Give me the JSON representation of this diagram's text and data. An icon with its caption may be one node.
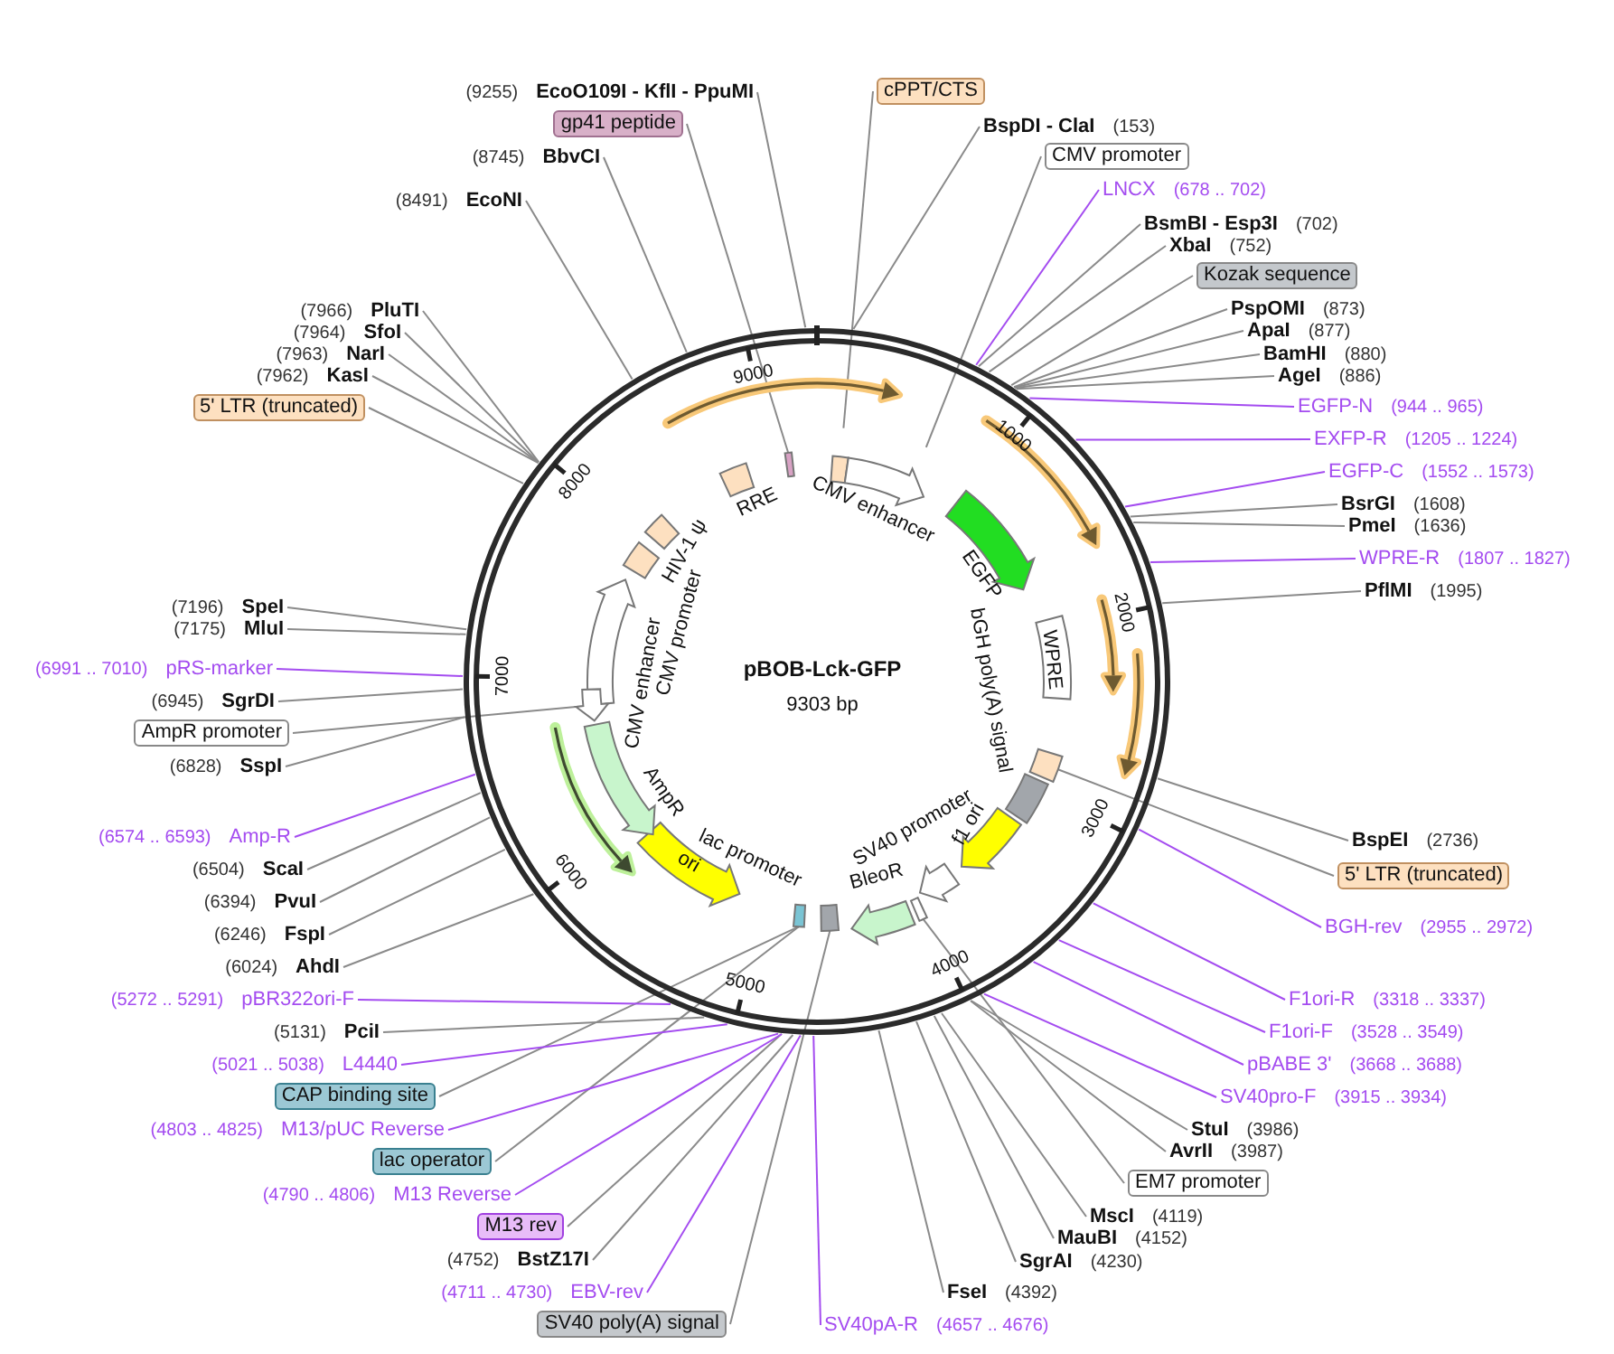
{
  "diagram": {
    "title": "pBOB-Lck-GFP",
    "nodes": [
      {
        "text": [
          "(9255)",
          "EcoO109I - KflI - PpuMI"
        ]
      },
      {
        "text": [
          "gp41 peptide"
        ]
      },
      {
        "text": [
          "(8745)",
          "BbvCI"
        ]
      },
      {
        "text": [
          "(8491)",
          "EcoNI"
        ]
      },
      {
        "text": [
          "(7966)",
          "PluTI"
        ]
      },
      {
        "text": [
          "(7964)",
          "SfoI"
        ]
      },
      {
        "text": [
          "(7963)",
          "NarI"
        ]
      },
      {
        "text": [
          "(7962)",
          "KasI"
        ]
      },
      {
        "text": [
          "5' LTR (truncated)"
        ]
      },
      {
        "text": [
          "cPPT/CTS"
        ]
      },
      {
        "text": [
          "BspDI - ClaI",
          "(153)"
        ]
      },
      {
        "text": [
          "CMV promoter"
        ]
      },
      {
        "text": [
          "LNCX",
          "(678 .. 702)"
        ]
      },
      {
        "text": [
          "BsmBI - Esp3I",
          "(702)"
        ]
      },
      {
        "text": [
          "XbaI",
          "(752)"
        ]
      },
      {
        "text": [
          "Kozak sequence"
        ]
      },
      {
        "text": [
          "PspOMI",
          "(873)"
        ]
      },
      {
        "text": [
          "ApaI",
          "(877)"
        ]
      },
      {
        "text": [
          "BamHI",
          "(880)"
        ]
      },
      {
        "text": [
          "AgeI",
          "(886)"
        ]
      },
      {
        "text": [
          "EGFP-N",
          "(944 .. 965)"
        ]
      },
      {
        "text": [
          "EXFP-R",
          "(1205 .. 1224)"
        ]
      },
      {
        "text": [
          "EGFP-C",
          "(1552 .. 1573)"
        ]
      },
      {
        "text": [
          "BsrGI",
          "(1608)"
        ]
      },
      {
        "text": [
          "PmeI",
          "(1636)"
        ]
      },
      {
        "text": [
          "WPRE-R",
          "(1807 .. 1827)"
        ]
      },
      {
        "text": [
          "PflMI",
          "(1995)"
        ]
      },
      {
        "text": [
          "BspEI",
          "(2736)"
        ]
      },
      {
        "text": [
          "5' LTR (truncated)"
        ]
      },
      {
        "text": [
          "BGH-rev",
          "(2955 .. 2972)"
        ]
      },
      {
        "text": [
          "F1ori-R",
          "(3318 .. 3337)"
        ]
      },
      {
        "text": [
          "F1ori-F",
          "(3528 .. 3549)"
        ]
      },
      {
        "text": [
          "pBABE 3'",
          "(3668 .. 3688)"
        ]
      },
      {
        "text": [
          "SV40pro-F",
          "(3915 .. 3934)"
        ]
      },
      {
        "text": [
          "StuI",
          "(3986)"
        ]
      },
      {
        "text": [
          "AvrII",
          "(3987)"
        ]
      },
      {
        "text": [
          "EM7 promoter"
        ]
      },
      {
        "text": [
          "MscI",
          "(4119)"
        ]
      },
      {
        "text": [
          "MauBI",
          "(4152)"
        ]
      },
      {
        "text": [
          "SgrAI",
          "(4230)"
        ]
      },
      {
        "text": [
          "FseI",
          "(4392)"
        ]
      },
      {
        "text": [
          "SV40pA-R",
          "(4657 .. 4676)"
        ]
      },
      {
        "text": [
          "SV40 poly(A) signal"
        ]
      },
      {
        "text": [
          "(4711 .. 4730)",
          "EBV-rev"
        ]
      },
      {
        "text": [
          "(4752)",
          "BstZ17I"
        ]
      },
      {
        "text": [
          "M13 rev"
        ]
      },
      {
        "text": [
          "(4790 .. 4806)",
          "M13 Reverse"
        ]
      },
      {
        "text": [
          "lac operator"
        ]
      },
      {
        "text": [
          "(4803 .. 4825)",
          "M13/pUC Reverse"
        ]
      },
      {
        "text": [
          "CAP binding site"
        ]
      },
      {
        "text": [
          "(5021 .. 5038)",
          "L4440"
        ]
      },
      {
        "text": [
          "(5131)",
          "PciI"
        ]
      },
      {
        "text": [
          "(5272 .. 5291)",
          "pBR322ori-F"
        ]
      },
      {
        "text": [
          "(6024)",
          "AhdI"
        ]
      },
      {
        "text": [
          "(6246)",
          "FspI"
        ]
      },
      {
        "text": [
          "(6394)",
          "PvuI"
        ]
      },
      {
        "text": [
          "(6504)",
          "ScaI"
        ]
      },
      {
        "text": [
          "(6574 .. 6593)",
          "Amp-R"
        ]
      },
      {
        "text": [
          "(6828)",
          "SspI"
        ]
      },
      {
        "text": [
          "AmpR promoter"
        ]
      },
      {
        "text": [
          "(6945)",
          "SgrDI"
        ]
      },
      {
        "text": [
          "(6991 .. 7010)",
          "pRS-marker"
        ]
      },
      {
        "text": [
          "(7175)",
          "MluI"
        ]
      },
      {
        "text": [
          "(7196)",
          "SpeI"
        ]
      },
      {
        "text": [
          "WPRE"
        ]
      },
      {
        "text": [
          "ori"
        ]
      },
      {
        "text": [],
        "shape": "box"
      },
      {
        "text": [],
        "shape": "box"
      },
      {
        "text": [],
        "shape": "arrow",
        "beside": [
          "CMV enhancer"
        ]
      },
      {
        "text": [],
        "shape": "box",
        "beside": [
          "RRE"
        ]
      },
      {
        "text": [],
        "shape": "box"
      },
      {
        "text": [],
        "shape": "box",
        "beside": [
          "HIV-1 ψ"
        ]
      },
      {
        "text": [],
        "shape": "arrow",
        "beside": [
          "CMV promoter",
          "CMV enhancer"
        ]
      },
      {
        "text": [],
        "shape": "arrow"
      },
      {
        "text": [],
        "shape": "arrow",
        "beside": [
          "AmpR"
        ]
      },
      {
        "text": [],
        "shape": "arrow",
        "beside": [
          "EGFP"
        ]
      },
      {
        "text": [],
        "shape": "box"
      },
      {
        "text": [],
        "shape": "box"
      },
      {
        "text": [],
        "shape": "arrow",
        "beside": [
          "f1 ori"
        ]
      },
      {
        "text": [],
        "shape": "arrow",
        "beside": [
          "SV40 promoter"
        ]
      },
      {
        "text": [],
        "shape": "box"
      },
      {
        "text": [],
        "shape": "arrow",
        "beside": [
          "BleoR"
        ]
      },
      {
        "text": [],
        "shape": "box"
      },
      {
        "text": [],
        "shape": "box"
      }
    ],
    "edges": [
      {
        "from": 0,
        "to": null,
        "arrow": "none"
      },
      {
        "from": 1,
        "to": 66,
        "arrow": "none"
      },
      {
        "from": 2,
        "to": null,
        "arrow": "none"
      },
      {
        "from": 3,
        "to": null,
        "arrow": "none"
      },
      {
        "from": 4,
        "to": null,
        "arrow": "none"
      },
      {
        "from": 5,
        "to": null,
        "arrow": "none"
      },
      {
        "from": 6,
        "to": null,
        "arrow": "none"
      },
      {
        "from": 7,
        "to": null,
        "arrow": "none"
      },
      {
        "from": 8,
        "to": null,
        "arrow": "none"
      },
      {
        "from": 9,
        "to": null,
        "arrow": "none"
      },
      {
        "from": 10,
        "to": null,
        "arrow": "none"
      },
      {
        "from": 11,
        "to": null,
        "arrow": "none"
      },
      {
        "from": 12,
        "to": null,
        "arrow": "none",
        "color": "#a44cf0"
      },
      {
        "from": 13,
        "to": null,
        "arrow": "none"
      },
      {
        "from": 14,
        "to": null,
        "arrow": "none"
      },
      {
        "from": 15,
        "to": null,
        "arrow": "none"
      },
      {
        "from": 16,
        "to": null,
        "arrow": "none"
      },
      {
        "from": 17,
        "to": null,
        "arrow": "none"
      },
      {
        "from": 18,
        "to": null,
        "arrow": "none"
      },
      {
        "from": 19,
        "to": null,
        "arrow": "none"
      },
      {
        "from": 20,
        "to": null,
        "arrow": "none",
        "color": "#a44cf0"
      },
      {
        "from": 21,
        "to": null,
        "arrow": "none",
        "color": "#a44cf0"
      },
      {
        "from": 22,
        "to": null,
        "arrow": "none",
        "color": "#a44cf0"
      },
      {
        "from": 23,
        "to": null,
        "arrow": "none"
      },
      {
        "from": 24,
        "to": null,
        "arrow": "none"
      },
      {
        "from": 25,
        "to": null,
        "arrow": "none",
        "color": "#a44cf0"
      },
      {
        "from": 26,
        "to": null,
        "arrow": "none"
      },
      {
        "from": 27,
        "to": null,
        "arrow": "none"
      },
      {
        "from": 28,
        "to": 76,
        "arrow": "none"
      },
      {
        "from": 29,
        "to": null,
        "arrow": "none",
        "color": "#a44cf0"
      },
      {
        "from": 30,
        "to": null,
        "arrow": "none",
        "color": "#a44cf0"
      },
      {
        "from": 31,
        "to": null,
        "arrow": "none",
        "color": "#a44cf0"
      },
      {
        "from": 32,
        "to": null,
        "arrow": "none",
        "color": "#a44cf0"
      },
      {
        "from": 33,
        "to": null,
        "arrow": "none",
        "color": "#a44cf0"
      },
      {
        "from": 34,
        "to": null,
        "arrow": "none"
      },
      {
        "from": 35,
        "to": null,
        "arrow": "none"
      },
      {
        "from": 36,
        "to": 80,
        "arrow": "none"
      },
      {
        "from": 37,
        "to": null,
        "arrow": "none"
      },
      {
        "from": 38,
        "to": null,
        "arrow": "none"
      },
      {
        "from": 39,
        "to": null,
        "arrow": "none"
      },
      {
        "from": 40,
        "to": null,
        "arrow": "none"
      },
      {
        "from": 41,
        "to": null,
        "arrow": "none",
        "color": "#a44cf0"
      },
      {
        "from": 42,
        "to": 82,
        "arrow": "none"
      },
      {
        "from": 43,
        "to": null,
        "arrow": "none",
        "color": "#a44cf0"
      },
      {
        "from": 44,
        "to": null,
        "arrow": "none"
      },
      {
        "from": 45,
        "to": null,
        "arrow": "none"
      },
      {
        "from": 46,
        "to": null,
        "arrow": "none",
        "color": "#a44cf0"
      },
      {
        "from": 47,
        "to": 83,
        "arrow": "none"
      },
      {
        "from": 48,
        "to": null,
        "arrow": "none",
        "color": "#a44cf0"
      },
      {
        "from": 49,
        "to": 83,
        "arrow": "none"
      },
      {
        "from": 50,
        "to": null,
        "arrow": "none",
        "color": "#a44cf0"
      },
      {
        "from": 51,
        "to": null,
        "arrow": "none"
      },
      {
        "from": 52,
        "to": null,
        "arrow": "none",
        "color": "#a44cf0"
      },
      {
        "from": 53,
        "to": null,
        "arrow": "none"
      },
      {
        "from": 54,
        "to": null,
        "arrow": "none"
      },
      {
        "from": 55,
        "to": null,
        "arrow": "none"
      },
      {
        "from": 56,
        "to": null,
        "arrow": "none"
      },
      {
        "from": 57,
        "to": null,
        "arrow": "none",
        "color": "#a44cf0"
      },
      {
        "from": 58,
        "to": null,
        "arrow": "none"
      },
      {
        "from": 59,
        "to": 73,
        "arrow": "none"
      },
      {
        "from": 60,
        "to": null,
        "arrow": "none"
      },
      {
        "from": 61,
        "to": null,
        "arrow": "none",
        "color": "#a44cf0"
      },
      {
        "from": 62,
        "to": null,
        "arrow": "none"
      },
      {
        "from": 63,
        "to": null,
        "arrow": "none"
      }
    ],
    "labels": [
      "bGH poly(A) signal",
      "lac promoter",
      "9303 bp",
      "1000",
      "2000",
      "3000",
      "4000",
      "5000",
      "6000",
      "7000",
      "8000",
      "9000"
    ]
  }
}
